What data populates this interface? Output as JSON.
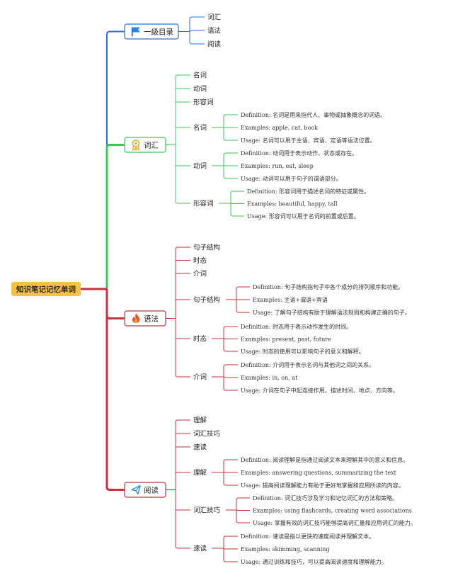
{
  "root": {
    "label": "知识笔记记忆单词",
    "color": "#f6c143"
  },
  "branches": [
    {
      "id": "catalog",
      "label": "一级目录",
      "icon": "flag-icon",
      "color": "#2a6fe0",
      "children": [
        {
          "label": "词汇"
        },
        {
          "label": "语法"
        },
        {
          "label": "阅读"
        }
      ]
    },
    {
      "id": "vocab",
      "label": "词汇",
      "icon": "ribbon-icon",
      "color": "#3cc65a",
      "children": [
        {
          "label": "名词"
        },
        {
          "label": "动词"
        },
        {
          "label": "形容词"
        },
        {
          "label": "名词",
          "details": [
            "Definition: 名词是用来指代人、事物或抽象概念的词语。",
            "Examples: apple, cat, book",
            "Usage: 名词可以用于主语、宾语、定语等语法位置。"
          ]
        },
        {
          "label": "动词",
          "details": [
            "Definition: 动词用于表示动作、状态或存在。",
            "Examples: run, eat, sleep",
            "Usage: 动词可以用于句子的谓语部分。"
          ]
        },
        {
          "label": "形容词",
          "details": [
            "Definition: 形容词用于描述名词的特征或属性。",
            "Examples: beautiful, happy, tall",
            "Usage: 形容词可以用于名词的前置或后置。"
          ]
        }
      ]
    },
    {
      "id": "grammar",
      "label": "语法",
      "icon": "fire-icon",
      "color": "#c8313d",
      "children": [
        {
          "label": "句子结构"
        },
        {
          "label": "时态"
        },
        {
          "label": "介词"
        },
        {
          "label": "句子结构",
          "details": [
            "Definition: 句子结构指句子中各个成分的排列顺序和功能。",
            "Examples: 主语+谓语+宾语",
            "Usage: 了解句子结构有助于理解语法规则和构建正确的句子。"
          ]
        },
        {
          "label": "时态",
          "details": [
            "Definition: 时态用于表示动作发生的时间。",
            "Examples: present, past, future",
            "Usage: 时态的使用可以影响句子的意义和解释。"
          ]
        },
        {
          "label": "介词",
          "details": [
            "Definition: 介词用于表示名词与其他词之间的关系。",
            "Examples: in, on, at",
            "Usage: 介词在句子中起连接作用，描述时间、地点、方向等。"
          ]
        }
      ]
    },
    {
      "id": "reading",
      "label": "阅读",
      "icon": "send-icon",
      "color": "#c8313d",
      "children": [
        {
          "label": "理解"
        },
        {
          "label": "词汇技巧"
        },
        {
          "label": "速读"
        },
        {
          "label": "理解",
          "details": [
            "Definition: 阅读理解是指通过阅读文本来理解其中的意义和信息。",
            "Examples: answering questions, summarizing the text",
            "Usage: 提高阅读理解能力有助于更好地掌握和应用所读的内容。"
          ]
        },
        {
          "label": "词汇技巧",
          "details": [
            "Definition: 词汇技巧涉及学习和记忆词汇的方法和策略。",
            "Examples: using flashcards, creating word associations",
            "Usage: 掌握有效的词汇技巧能够提高词汇量和应用词汇的能力。"
          ]
        },
        {
          "label": "速读",
          "details": [
            "Definition: 速读是指以更快的速度阅读并理解文本。",
            "Examples: skimming, scanning",
            "Usage: 通过训练和技巧，可以提高阅读速度和理解能力。"
          ]
        }
      ]
    }
  ]
}
